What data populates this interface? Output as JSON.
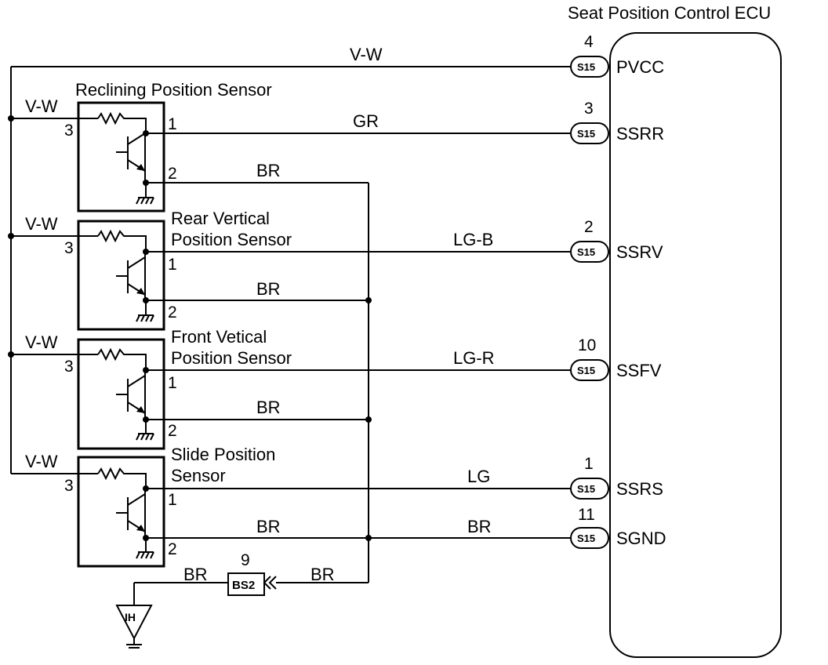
{
  "ecu": {
    "title": "Seat Position Control ECU",
    "terminals": [
      {
        "pin": "4",
        "connector": "S15",
        "name": "PVCC",
        "wire": "V-W"
      },
      {
        "pin": "3",
        "connector": "S15",
        "name": "SSRR",
        "wire": "GR"
      },
      {
        "pin": "2",
        "connector": "S15",
        "name": "SSRV",
        "wire": "LG-B"
      },
      {
        "pin": "10",
        "connector": "S15",
        "name": "SSFV",
        "wire": "LG-R"
      },
      {
        "pin": "1",
        "connector": "S15",
        "name": "SSRS",
        "wire": "LG"
      },
      {
        "pin": "11",
        "connector": "S15",
        "name": "SGND",
        "wire": "BR"
      }
    ]
  },
  "sensors": [
    {
      "name_line1": "Reclining Position Sensor",
      "name_line2": "",
      "supply_wire": "V-W",
      "ground_wire": "BR",
      "pin_supply": "3",
      "pin_signal": "1",
      "pin_ground": "2"
    },
    {
      "name_line1": "Rear Vertical",
      "name_line2": "Position Sensor",
      "supply_wire": "V-W",
      "ground_wire": "BR",
      "pin_supply": "3",
      "pin_signal": "1",
      "pin_ground": "2"
    },
    {
      "name_line1": "Front Vetical",
      "name_line2": "Position Sensor",
      "supply_wire": "V-W",
      "ground_wire": "BR",
      "pin_supply": "3",
      "pin_signal": "1",
      "pin_ground": "2"
    },
    {
      "name_line1": "Slide Position",
      "name_line2": "Sensor",
      "supply_wire": "V-W",
      "ground_wire": "BR",
      "pin_supply": "3",
      "pin_signal": "1",
      "pin_ground": "2"
    }
  ],
  "splice": {
    "name": "BS2",
    "pin": "9",
    "wire_left": "BR",
    "wire_right": "BR"
  },
  "ground": {
    "label": "IH"
  }
}
